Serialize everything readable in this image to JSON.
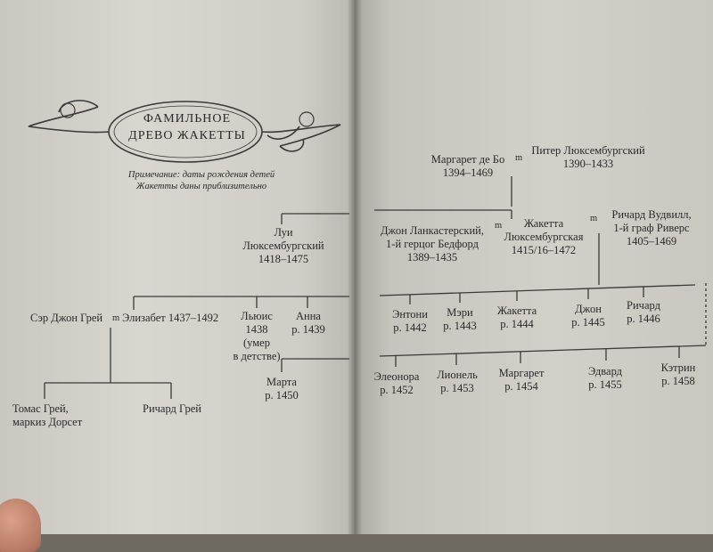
{
  "title": {
    "line1": "ФАМИЛЬНОЕ",
    "line2": "ДРЕВО ЖАКЕТТЫ"
  },
  "note": {
    "line1": "Примечание: даты рождения детей",
    "line2": "Жакетты даны приблизительно"
  },
  "marriage_mark": "m",
  "gen1": {
    "margaret": {
      "name": "Маргарет де Бо",
      "dates": "1394–1469"
    },
    "peter": {
      "name": "Питер Люксембургский",
      "dates": "1390–1433"
    }
  },
  "gen2": {
    "louis": {
      "line1": "Луи",
      "line2": "Люксембургский",
      "dates": "1418–1475"
    },
    "john": {
      "line1": "Джон Ланкастерский,",
      "line2": "1-й герцог Бедфорд",
      "dates": "1389–1435"
    },
    "jacquetta": {
      "line1": "Жакетта",
      "line2": "Люксембургская",
      "dates": "1415/16–1472"
    },
    "richard": {
      "line1": "Ричард Вудвилл,",
      "line2": "1-й граф Риверс",
      "dates": "1405–1469"
    }
  },
  "left_branch": {
    "grey": "Сэр Джон Грей",
    "elizabeth": "Элизабет 1437–1492",
    "lewis": {
      "name": "Льюис",
      "born": "1438",
      "note1": "(умер",
      "note2": "в детстве)"
    },
    "anna": {
      "name": "Анна",
      "born": "р. 1439"
    },
    "martha": {
      "name": "Марта",
      "born": "р. 1450"
    },
    "thomas": {
      "line1": "Томас Грей,",
      "line2": "маркиз Дорсет"
    },
    "richard_grey": "Ричард Грей"
  },
  "children_row1": [
    {
      "name": "Энтони",
      "born": "р. 1442"
    },
    {
      "name": "Мэри",
      "born": "р. 1443"
    },
    {
      "name": "Жакетта",
      "born": "р. 1444"
    },
    {
      "name": "Джон",
      "born": "р. 1445"
    },
    {
      "name": "Ричард",
      "born": "р. 1446"
    }
  ],
  "children_row2": [
    {
      "name": "Элеонора",
      "born": "р. 1452"
    },
    {
      "name": "Лионель",
      "born": "р. 1453"
    },
    {
      "name": "Маргарет",
      "born": "р. 1454"
    },
    {
      "name": "Эдвард",
      "born": "р. 1455"
    },
    {
      "name": "Кэтрин",
      "born": "р. 1458"
    }
  ]
}
